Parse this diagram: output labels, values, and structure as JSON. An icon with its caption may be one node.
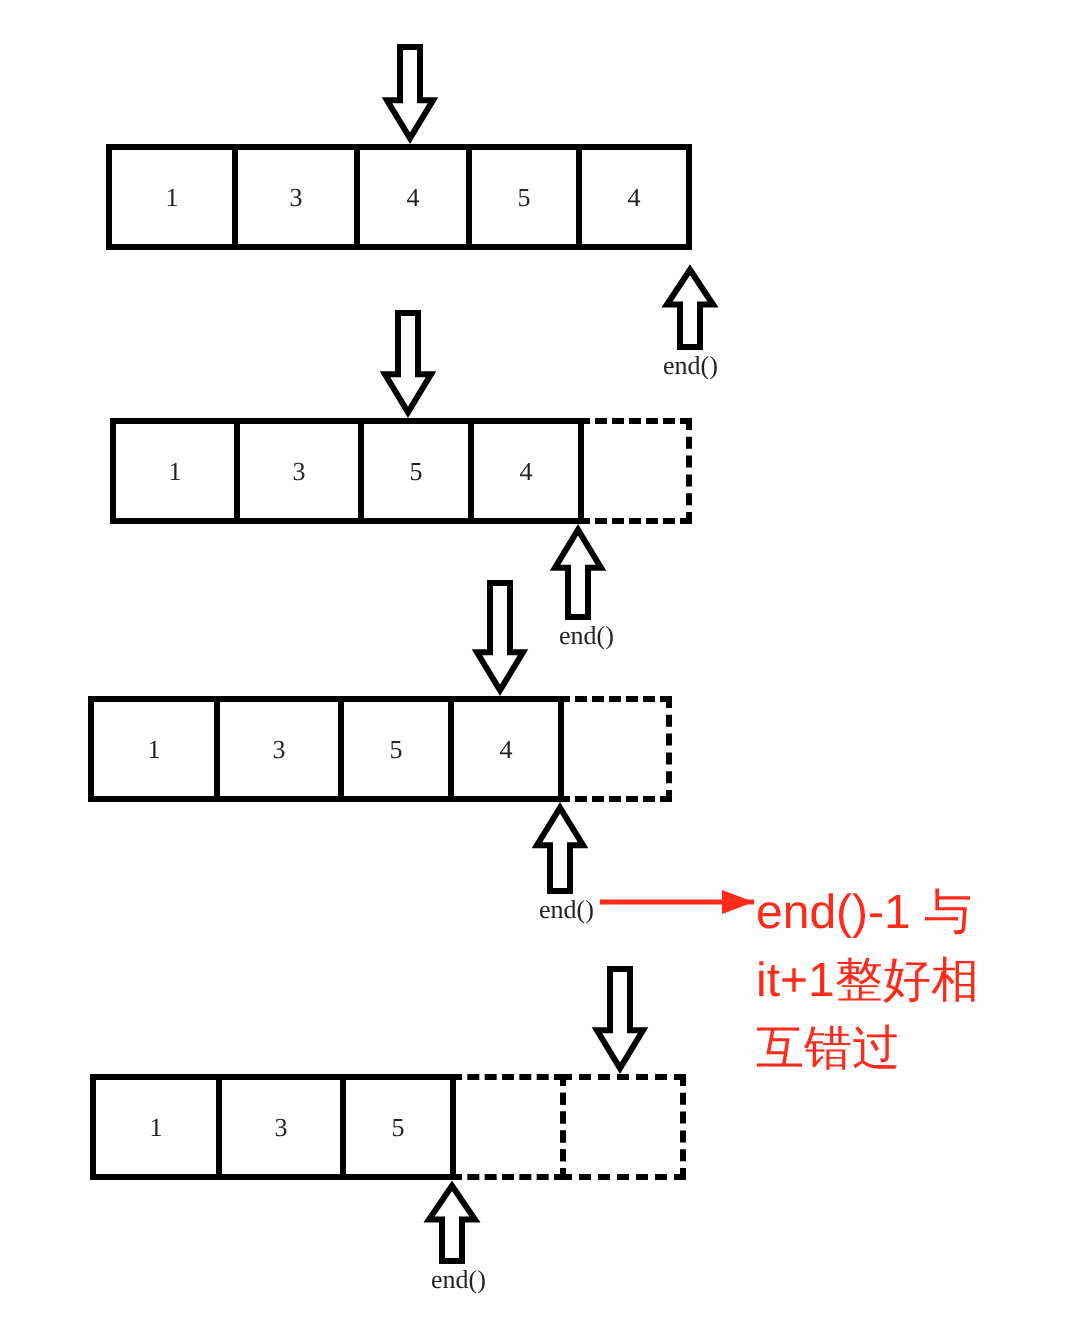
{
  "diagram": {
    "nodes": [
      {
        "text": [
          "1"
        ]
      },
      {
        "text": [
          "3"
        ]
      },
      {
        "text": [
          "4"
        ]
      },
      {
        "text": [
          "5"
        ]
      },
      {
        "text": [
          "4"
        ]
      },
      {
        "text": [
          "end()"
        ]
      },
      {
        "text": [
          "1"
        ]
      },
      {
        "text": [
          "3"
        ]
      },
      {
        "text": [
          "5"
        ]
      },
      {
        "text": [
          "4"
        ]
      },
      {
        "text": [],
        "shape": "box"
      },
      {
        "text": [
          "end()"
        ]
      },
      {
        "text": [
          "1"
        ]
      },
      {
        "text": [
          "3"
        ]
      },
      {
        "text": [
          "5"
        ]
      },
      {
        "text": [
          "4"
        ]
      },
      {
        "text": [],
        "shape": "box"
      },
      {
        "text": [
          "end()"
        ]
      },
      {
        "text": [
          "end()-1 与it+1整好相互错过"
        ]
      },
      {
        "text": [
          "1"
        ]
      },
      {
        "text": [
          "3"
        ]
      },
      {
        "text": [
          "5"
        ]
      },
      {
        "text": [],
        "shape": "box"
      },
      {
        "text": [],
        "shape": "box"
      },
      {
        "text": [
          "end()"
        ]
      }
    ],
    "edges": [
      {
        "from": null,
        "to": 2,
        "arrow": "to"
      },
      {
        "from": 5,
        "to": null,
        "arrow": "to"
      },
      {
        "from": null,
        "to": 8,
        "arrow": "to"
      },
      {
        "from": 11,
        "to": 10,
        "arrow": "to"
      },
      {
        "from": null,
        "to": 15,
        "arrow": "to"
      },
      {
        "from": 17,
        "to": 16,
        "arrow": "to"
      },
      {
        "from": 17,
        "to": 18,
        "arrow": "to",
        "color": "#ff2a1a"
      },
      {
        "from": null,
        "to": 23,
        "arrow": "to"
      },
      {
        "from": 24,
        "to": 22,
        "arrow": "to"
      }
    ]
  }
}
